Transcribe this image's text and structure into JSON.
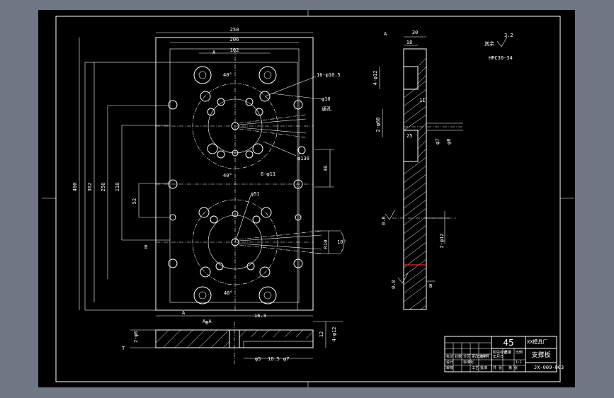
{
  "colors": {
    "background": "#6f7884",
    "paper": "#000000",
    "line": "#ffffff",
    "marker": "#ff2020"
  },
  "plan_view": {
    "width_total": "250",
    "width_inner": "206",
    "width_hole": "102",
    "section_mark_top": "A",
    "section_mark_bottom": "A",
    "height_total": "400",
    "height_2": "362",
    "height_3": "256",
    "height_4": "118",
    "height_5": "52",
    "side_mark_a": "B",
    "angle_top": "40°",
    "angle_mid": "40°",
    "angle_bottom": "40°",
    "hole_callout_1": "16-φ10.5",
    "hole_callout_2": "φ10",
    "hole_callout_3": "通孔",
    "pcd_callout": "φ136",
    "pin_callout": "6-φ11",
    "dia_callout": "φ51",
    "slot_width": "30",
    "cone_label": "R10",
    "cone_angle": "10°",
    "bottom_dim": "16.3",
    "h_dim_mid": "B"
  },
  "section_view": {
    "top_dim": "30",
    "top_dim_2": "18",
    "corner_mark": "A",
    "dim_left_1": "4-φ12",
    "dim_left_2": "2-φ60",
    "inner_dim": "25",
    "inner_dim_2": "11",
    "inner_dim_3": "φ7",
    "inner_dim_4": "φ8",
    "roughness_1": "0.8",
    "roughness_2": "0.8",
    "dim_right": "2-φ12",
    "side_mark": "B"
  },
  "notes": {
    "roughness_value": "3.2",
    "remark": "其余",
    "treatment": "HRC30-34"
  },
  "bottom_section": {
    "left_dim": "2-φ6",
    "left_mark": "T",
    "top_mark": "A-A",
    "dim_1": "φ5",
    "dim_2": "16.5",
    "dim_3": "φ7",
    "right_dim_1": "12",
    "right_dim_2": "4-φ12"
  },
  "title_block": {
    "material": "45",
    "company": "XX模具厂",
    "part_name": "支撑板",
    "drawing_no": "JX-009-003",
    "row_1": [
      "标记",
      "处数",
      "分区",
      "更改文件号",
      "签名",
      "年月日"
    ],
    "row_2": [
      "设计",
      "",
      "标准化",
      "",
      "阶段标记",
      "重量",
      "比例"
    ],
    "row_3": [
      "审核",
      "",
      "",
      "",
      "",
      "",
      "1:1"
    ],
    "row_4": [
      "工艺",
      "",
      "批准",
      "",
      "共 张",
      "第 张"
    ]
  }
}
